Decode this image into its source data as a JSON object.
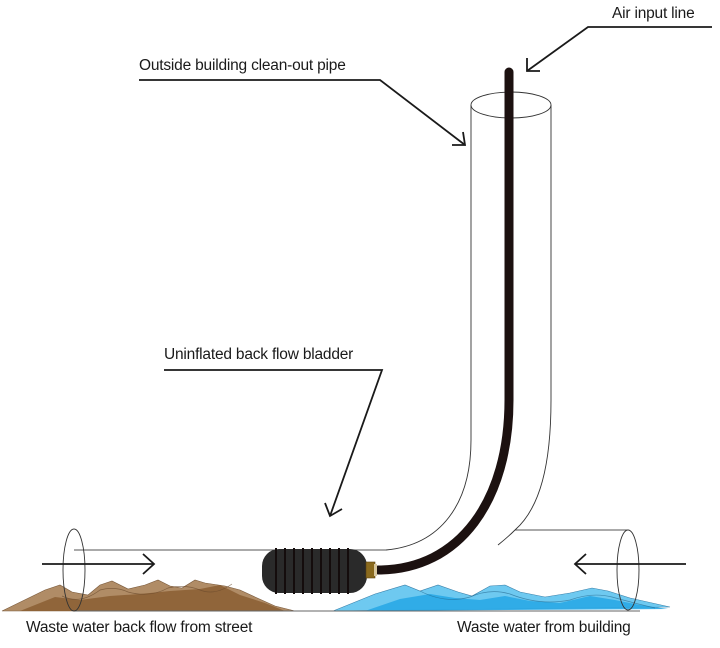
{
  "diagram": {
    "labels": {
      "air_input_line": "Air input line",
      "clean_out_pipe": "Outside building clean-out pipe",
      "bladder": "Uninflated back flow bladder",
      "street_backflow": "Waste water back flow from street",
      "building_water": "Waste water from building"
    },
    "icons": {
      "flow_right": "arrow-right-icon",
      "flow_left": "arrow-left-icon"
    },
    "colors": {
      "outline": "#1a1a1a",
      "hose": "#1c1110",
      "bladder": "#2a2a2a",
      "bladder_ribs": "#140c0c",
      "fitting": "#8a6a1e",
      "street_water_light": "#b08c66",
      "street_water_dark": "#8b5e33",
      "building_water_light": "#6ec9f0",
      "building_water_dark": "#29a8e6"
    }
  }
}
